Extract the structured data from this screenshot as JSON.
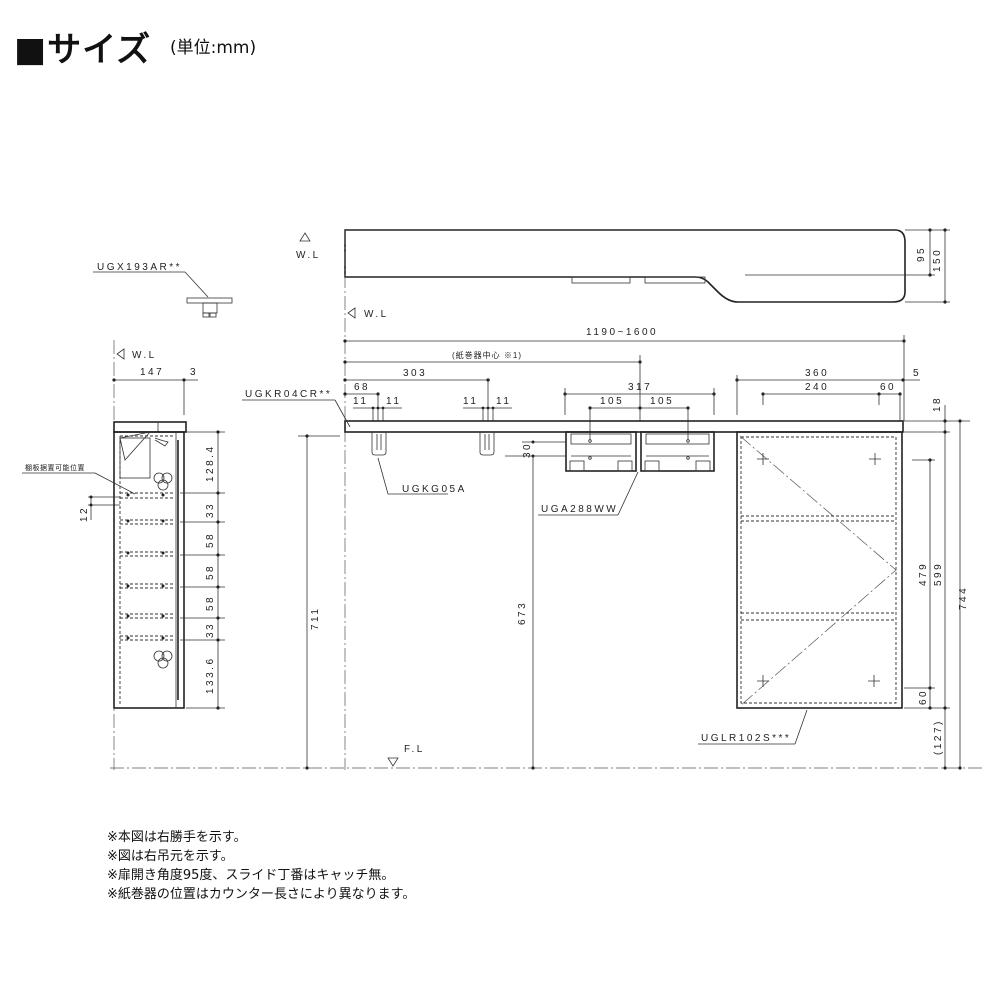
{
  "header": {
    "title": "■サイズ",
    "unit": "(単位:mm)"
  },
  "markers": {
    "wl": "W.L",
    "fl": "F.L"
  },
  "parts": {
    "rail": "UGX193AR**",
    "counter": "UGKR04CR**",
    "bracket": "UGKG05A",
    "paper_holder": "UGA288WW",
    "cabinet": "UGLR102S***",
    "shelf_positions": "棚板据置可能位置"
  },
  "plan_dims": {
    "d95": "95",
    "d150": "150"
  },
  "front_dims": {
    "width": "1190~1600",
    "holder_center": "(紙巻器中心 ※1)",
    "d303": "303",
    "d68": "68",
    "d11": "11",
    "d317": "317",
    "d105": "105",
    "d360": "360",
    "d240": "240",
    "d60": "60",
    "d5": "5",
    "d30": "30",
    "d711": "711",
    "d673": "673",
    "d18": "18",
    "d479": "479",
    "d599": "599",
    "d744": "744",
    "d60b": "60",
    "d127": "(127)"
  },
  "side_dims": {
    "d147": "147",
    "d3": "3",
    "d12": "12",
    "vertical": [
      "128.4",
      "33",
      "58",
      "58",
      "58",
      "33",
      "133.6"
    ]
  },
  "notes": [
    "※本図は右勝手を示す。",
    "※図は右吊元を示す。",
    "※扉開き角度95度、スライド丁番はキャッチ無。",
    "※紙巻器の位置はカウンター長さにより異なります。"
  ]
}
